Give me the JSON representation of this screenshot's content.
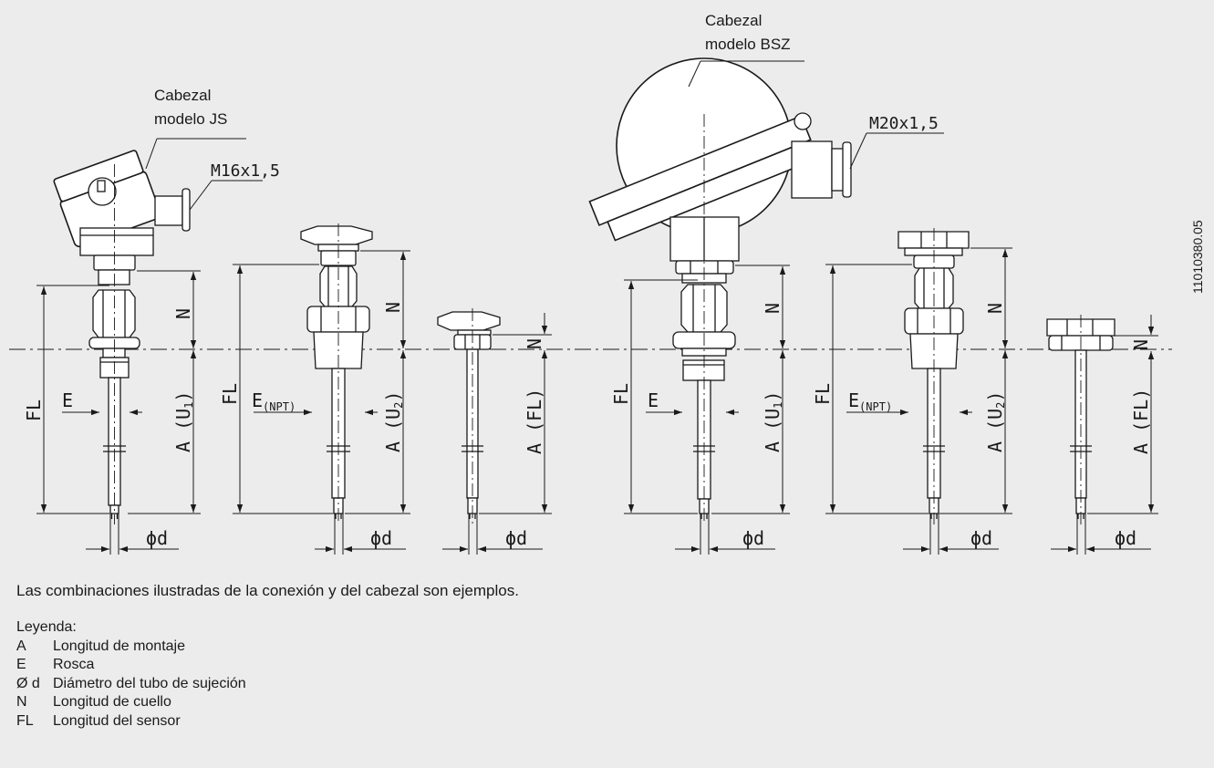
{
  "drawing_id": "11010380.05",
  "heads": {
    "js": {
      "line1": "Cabezal",
      "line2": "modelo JS",
      "thread": "M16x1,5"
    },
    "bsz": {
      "line1": "Cabezal",
      "line2": "modelo BSZ",
      "thread": "M20x1,5"
    }
  },
  "dims": {
    "fl": "FL",
    "n": "N",
    "e": "E",
    "e_npt": "E",
    "npt_sub": "(NPT)",
    "a_u1": "A (U",
    "u1_sub": "1",
    "a_u2": "A (U",
    "u2_sub": "2",
    "close": ")",
    "a_fl": "A (FL)",
    "phi_d": "ϕd"
  },
  "caption": "Las combinaciones ilustradas de la conexión y del cabezal son ejemplos.",
  "legend": {
    "title": "Leyenda:",
    "items": [
      {
        "key": "A",
        "text": "Longitud de montaje"
      },
      {
        "key": "E",
        "text": "Rosca"
      },
      {
        "key": "Ø d",
        "text": "Diámetro del tubo de sujeción"
      },
      {
        "key": "N",
        "text": "Longitud de cuello"
      },
      {
        "key": "FL",
        "text": "Longitud del sensor"
      }
    ]
  }
}
